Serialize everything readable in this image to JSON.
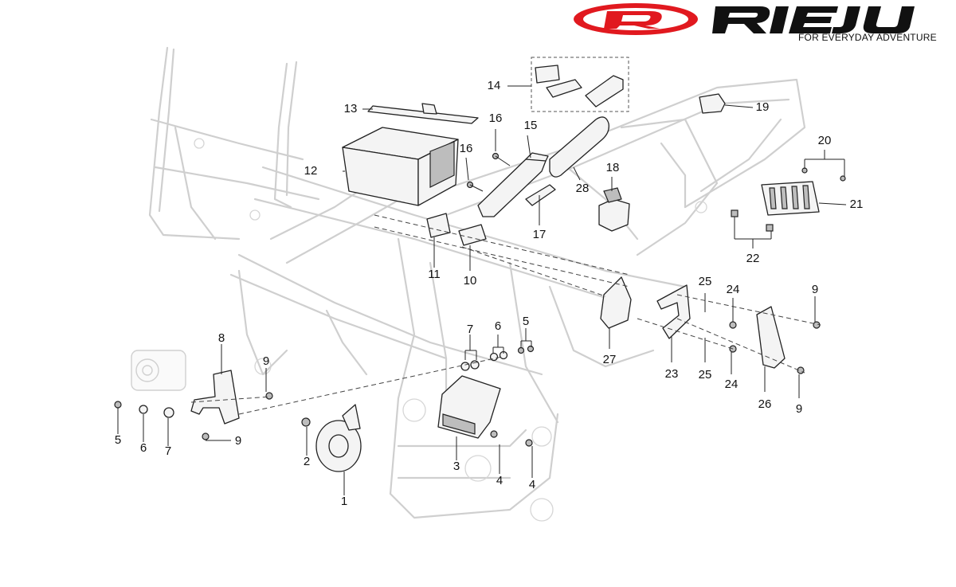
{
  "brand": {
    "logo_text": "RIEJU",
    "tagline": "FOR EVERYDAY ADVENTURE",
    "logo_color": "#e1191f"
  },
  "callouts": [
    {
      "id": "c1",
      "label": "1"
    },
    {
      "id": "c2",
      "label": "2"
    },
    {
      "id": "c3",
      "label": "3"
    },
    {
      "id": "c4a",
      "label": "4"
    },
    {
      "id": "c4b",
      "label": "4"
    },
    {
      "id": "c5a",
      "label": "5"
    },
    {
      "id": "c5b",
      "label": "5"
    },
    {
      "id": "c6a",
      "label": "6"
    },
    {
      "id": "c6b",
      "label": "6"
    },
    {
      "id": "c7a",
      "label": "7"
    },
    {
      "id": "c7b",
      "label": "7"
    },
    {
      "id": "c8",
      "label": "8"
    },
    {
      "id": "c9a",
      "label": "9"
    },
    {
      "id": "c9b",
      "label": "9"
    },
    {
      "id": "c9c",
      "label": "9"
    },
    {
      "id": "c9d",
      "label": "9"
    },
    {
      "id": "c10",
      "label": "10"
    },
    {
      "id": "c11",
      "label": "11"
    },
    {
      "id": "c12",
      "label": "12"
    },
    {
      "id": "c13",
      "label": "13"
    },
    {
      "id": "c14",
      "label": "14"
    },
    {
      "id": "c15",
      "label": "15"
    },
    {
      "id": "c16a",
      "label": "16"
    },
    {
      "id": "c16b",
      "label": "16"
    },
    {
      "id": "c17",
      "label": "17"
    },
    {
      "id": "c18",
      "label": "18"
    },
    {
      "id": "c19",
      "label": "19"
    },
    {
      "id": "c20",
      "label": "20"
    },
    {
      "id": "c21",
      "label": "21"
    },
    {
      "id": "c22",
      "label": "22"
    },
    {
      "id": "c23",
      "label": "23"
    },
    {
      "id": "c24a",
      "label": "24"
    },
    {
      "id": "c24b",
      "label": "24"
    },
    {
      "id": "c25a",
      "label": "25"
    },
    {
      "id": "c25b",
      "label": "25"
    },
    {
      "id": "c26",
      "label": "26"
    },
    {
      "id": "c27",
      "label": "27"
    },
    {
      "id": "c28",
      "label": "28"
    }
  ]
}
